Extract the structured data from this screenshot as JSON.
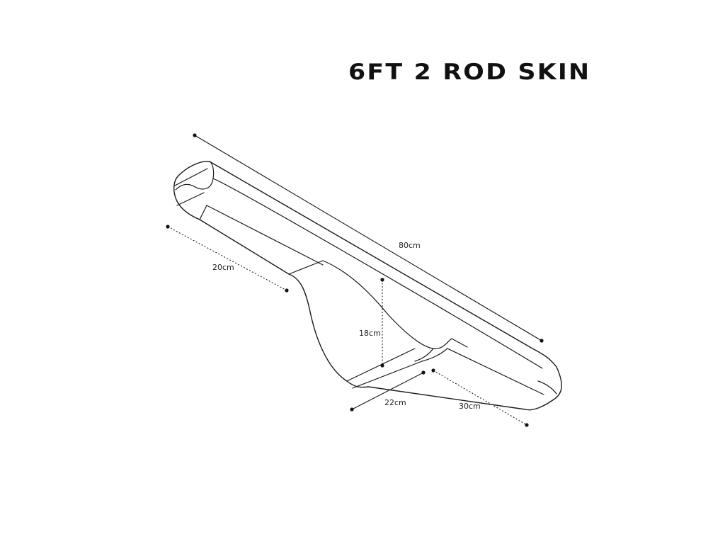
{
  "title": "6FT 2 ROD SKIN",
  "dimensions": {
    "length": "80cm",
    "rear_width": "20cm",
    "cutout_depth": "18cm",
    "middle_width": "22cm",
    "front_width": "30cm"
  }
}
